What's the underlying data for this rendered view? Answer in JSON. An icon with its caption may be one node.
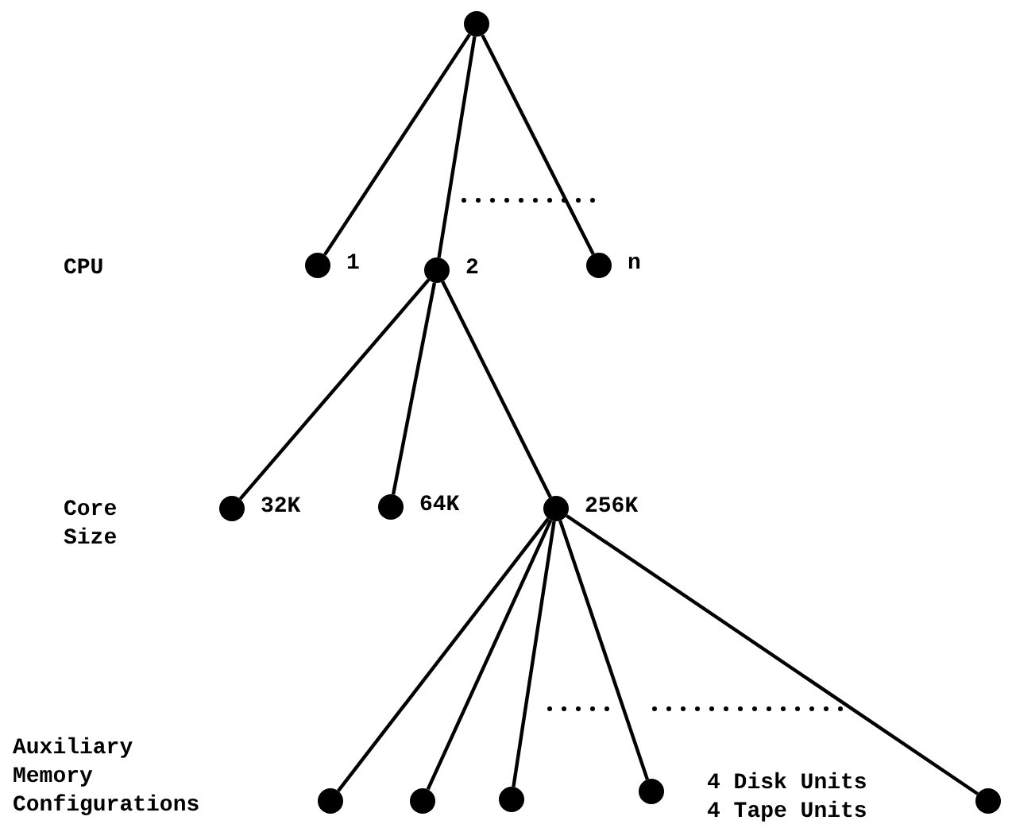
{
  "diagram": {
    "nodes": [
      {
        "text": [],
        "shape": "circle"
      },
      {
        "text": [],
        "shape": "circle",
        "beside": [
          "1"
        ]
      },
      {
        "text": [],
        "shape": "circle",
        "beside": [
          "2"
        ]
      },
      {
        "text": [],
        "shape": "circle",
        "beside": [
          "n"
        ]
      },
      {
        "text": [],
        "shape": "circle",
        "beside": [
          "32K"
        ]
      },
      {
        "text": [],
        "shape": "circle",
        "beside": [
          "64K"
        ]
      },
      {
        "text": [],
        "shape": "circle",
        "beside": [
          "256K"
        ]
      },
      {
        "text": [],
        "shape": "circle"
      },
      {
        "text": [],
        "shape": "circle"
      },
      {
        "text": [],
        "shape": "circle"
      },
      {
        "text": [],
        "shape": "circle",
        "beside": [
          "4 Disk Units",
          "4 Tape Units"
        ]
      },
      {
        "text": [],
        "shape": "circle"
      }
    ],
    "edges": [
      {
        "from": 0,
        "to": 1,
        "arrow": "none"
      },
      {
        "from": 0,
        "to": 2,
        "arrow": "none"
      },
      {
        "from": 0,
        "to": 3,
        "arrow": "none"
      },
      {
        "from": 2,
        "to": 4,
        "arrow": "none"
      },
      {
        "from": 2,
        "to": 5,
        "arrow": "none"
      },
      {
        "from": 2,
        "to": 6,
        "arrow": "none"
      },
      {
        "from": 6,
        "to": 7,
        "arrow": "none"
      },
      {
        "from": 6,
        "to": 8,
        "arrow": "none"
      },
      {
        "from": 6,
        "to": 9,
        "arrow": "none"
      },
      {
        "from": 6,
        "to": 10,
        "arrow": "none"
      },
      {
        "from": 6,
        "to": 11,
        "arrow": "none"
      }
    ],
    "labels": [
      "CPU",
      "Core Size",
      "Auxiliary Memory Configurations"
    ]
  }
}
